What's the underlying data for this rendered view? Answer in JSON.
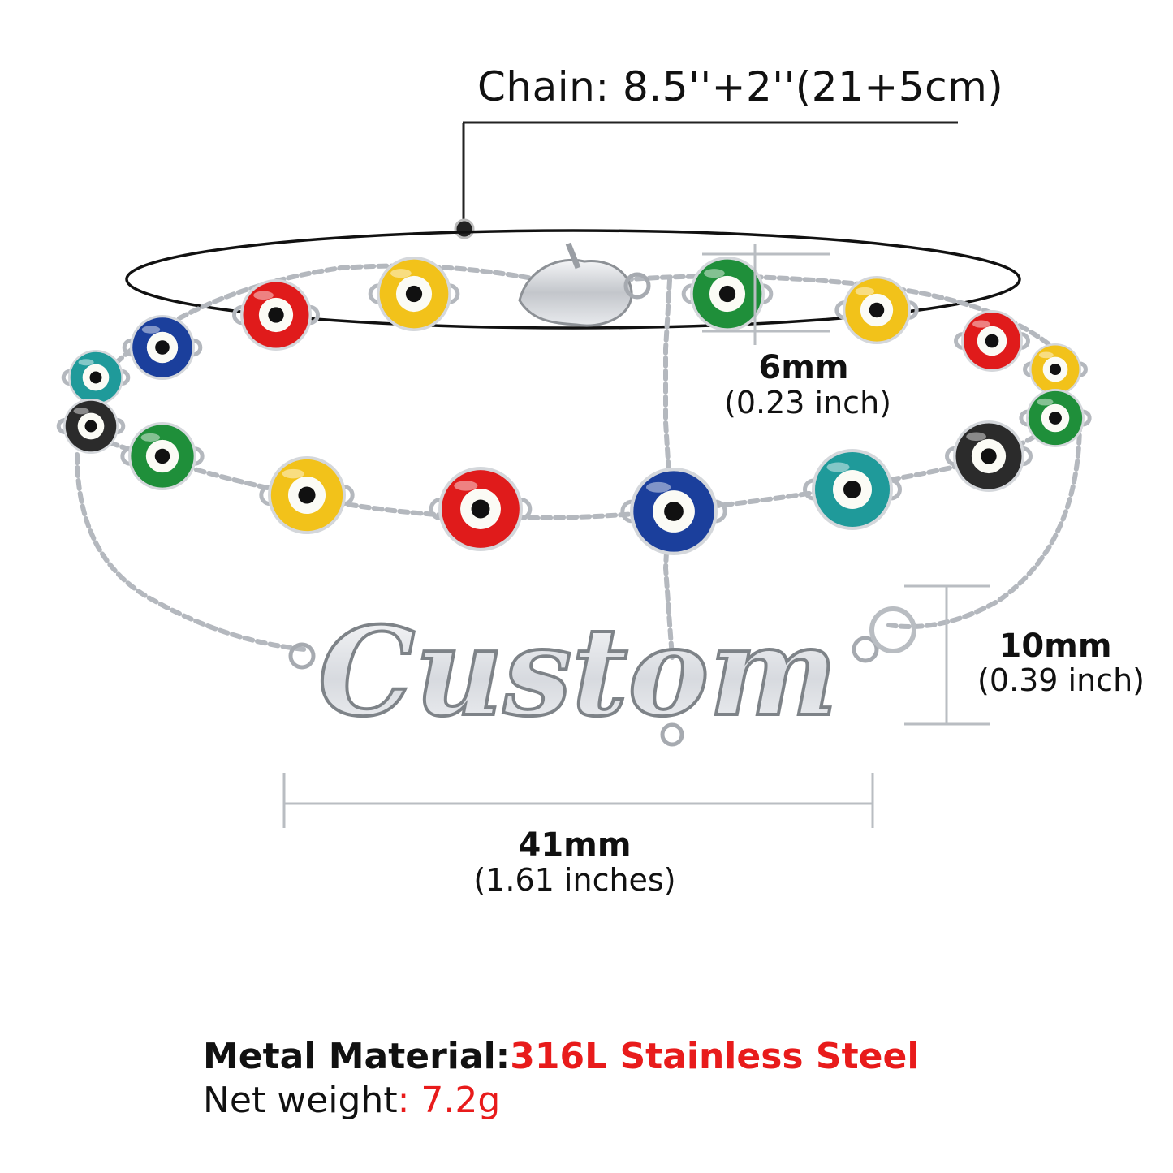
{
  "annotations": {
    "chain_length": "Chain: 8.5''+2''(21+5cm)",
    "bead_size": "6mm",
    "bead_size_imperial": "(0.23 inch)",
    "plate_height": "10mm",
    "plate_height_imperial": "(0.39 inch)",
    "plate_width": "41mm",
    "plate_width_imperial": "(1.61 inches)"
  },
  "product": {
    "plate_text": "Custom"
  },
  "specs": {
    "material_label": "Metal Material:",
    "material_value": "316L Stainless Steel",
    "weight_label": "Net weight",
    "weight_value": ": 7.2g"
  },
  "colors": {
    "accent_red": "#e81b1b",
    "silver": "#c9ccd1",
    "bead_red": "#e01b1b",
    "bead_yellow": "#f2c21a",
    "bead_green": "#1f8f3a",
    "bead_blue": "#1b3f9c",
    "bead_teal": "#1f9a9a",
    "bead_black": "#2b2b2b"
  },
  "beads": [
    {
      "color": "bead_red"
    },
    {
      "color": "bead_yellow"
    },
    {
      "color": "bead_green"
    },
    {
      "color": "bead_yellow"
    },
    {
      "color": "bead_red"
    },
    {
      "color": "bead_yellow"
    },
    {
      "color": "bead_green"
    },
    {
      "color": "bead_blue"
    },
    {
      "color": "bead_teal"
    },
    {
      "color": "bead_black"
    },
    {
      "color": "bead_green"
    },
    {
      "color": "bead_yellow"
    },
    {
      "color": "bead_red"
    },
    {
      "color": "bead_blue"
    },
    {
      "color": "bead_teal"
    },
    {
      "color": "bead_black"
    }
  ]
}
